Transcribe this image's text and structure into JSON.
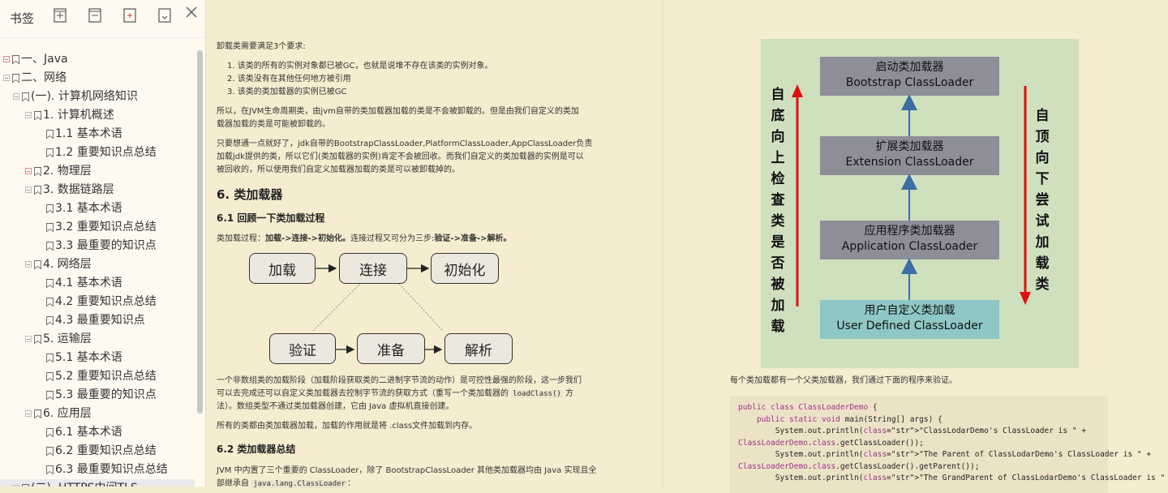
{
  "sidebar": {
    "title": "书签",
    "toolbar_icons": [
      "expand-all-icon",
      "collapse-all-icon",
      "add-bookmark-icon",
      "bookmark-icon",
      "close-icon"
    ],
    "items": [
      {
        "label": "一、Java",
        "level": 0,
        "expandable": true,
        "pink": true
      },
      {
        "label": "二、网络",
        "level": 0,
        "expandable": true
      },
      {
        "label": "(一). 计算机网络知识",
        "level": 1,
        "expandable": true
      },
      {
        "label": "1. 计算机概述",
        "level": 2,
        "expandable": true
      },
      {
        "label": "1.1 基本术语",
        "level": 3,
        "expandable": false
      },
      {
        "label": "1.2 重要知识点总结",
        "level": 3,
        "expandable": false
      },
      {
        "label": "2. 物理层",
        "level": 2,
        "expandable": true,
        "pink": true
      },
      {
        "label": "3. 数据链路层",
        "level": 2,
        "expandable": true
      },
      {
        "label": "3.1 基本术语",
        "level": 3,
        "expandable": false
      },
      {
        "label": "3.2 重要知识点总结",
        "level": 3,
        "expandable": false
      },
      {
        "label": "3.3 最重要的知识点",
        "level": 3,
        "expandable": false
      },
      {
        "label": "4. 网络层",
        "level": 2,
        "expandable": true
      },
      {
        "label": "4.1 基本术语",
        "level": 3,
        "expandable": false
      },
      {
        "label": "4.2 重要知识点总结",
        "level": 3,
        "expandable": false
      },
      {
        "label": "4.3 最重要知识点",
        "level": 3,
        "expandable": false
      },
      {
        "label": "5. 运输层",
        "level": 2,
        "expandable": true
      },
      {
        "label": "5.1 基本术语",
        "level": 3,
        "expandable": false
      },
      {
        "label": "5.2 重要知识点总结",
        "level": 3,
        "expandable": false
      },
      {
        "label": "5.3 最重要的知识点",
        "level": 3,
        "expandable": false
      },
      {
        "label": "6. 应用层",
        "level": 2,
        "expandable": true
      },
      {
        "label": "6.1 基本术语",
        "level": 3,
        "expandable": false
      },
      {
        "label": "6.2 重要知识点总结",
        "level": 3,
        "expandable": false
      },
      {
        "label": "6.3 最重要知识点总结",
        "level": 3,
        "expandable": false
      },
      {
        "label": "(二). HTTPS中间TLS",
        "level": 1,
        "expandable": true,
        "selected": true
      }
    ]
  },
  "left_page": {
    "intro": "卸载类需要满足3个要求:",
    "list": [
      "1. 该类的所有的实例对象都已被GC，也就是说堆不存在该类的实例对象。",
      "2. 该类没有在其他任何地方被引用",
      "3. 该类的类加载器的实例已被GC"
    ],
    "para1_line1": "所以，在JVM生命周期类，由jvm自带的类加载器加载的类是不会被卸载的。但是由我们自定义的类加",
    "para1_line2": "载器加载的类是可能被卸载的。",
    "para2_line1": "只要想通一点就好了，jdk自带的BootstrapClassLoader,PlatformClassLoader,AppClassLoader负责",
    "para2_line2": "加载jdk提供的类，所以它们(类加载器的实例)肯定不会被回收。而我们自定义的类加载器的实例是可以",
    "para2_line3": "被回收的，所以使用我们自定义加载器加载的类是可以被卸载掉的。",
    "h6": "6. 类加载器",
    "h61": "6.1 回顾一下类加载过程",
    "process_prefix": "类加载过程：",
    "process_bold1": "加载->连接->初始化。",
    "process_mid": "连接过程又可分为三步:",
    "process_bold2": "验证->准备->解析。",
    "flow": {
      "top": [
        "加载",
        "连接",
        "初始化"
      ],
      "bottom": [
        "验证",
        "准备",
        "解析"
      ]
    },
    "para3_line1": "一个非数组类的加载阶段（加载阶段获取类的二进制字节流的动作）是可控性最强的阶段，这一步我们",
    "para3_line2a": "可以去完成还可以自定义类加载器去控制字节流的获取方式（重写一个类加载器的 ",
    "para3_code": "loadClass()",
    "para3_line2b": " 方",
    "para3_line3": "法）。数组类型不通过类加载器创建，它由 Java 虚拟机直接创建。",
    "para4": "所有的类都由类加载器加载，加载的作用就是将 .class文件加载到内存。",
    "h62": "6.2 类加载器总结",
    "para5_line1": "JVM 中内置了三个重要的 ClassLoader，除了 BootstrapClassLoader 其他类加载器均由 Java 实现且全",
    "para5_line2a": "部继承自 ",
    "para5_code": "java.lang.ClassLoader",
    "para5_line2b": "："
  },
  "right_page": {
    "diagram": {
      "boxes": [
        {
          "cn": "启动类加载器",
          "en": "Bootstrap ClassLoader"
        },
        {
          "cn": "扩展类加载器",
          "en": "Extension ClassLoader"
        },
        {
          "cn": "应用程序类加载器",
          "en": "Application ClassLoader"
        },
        {
          "cn": "用户自定义类加载",
          "en": "User Defined ClassLoader"
        }
      ],
      "left_text": [
        "自",
        "底",
        "向",
        "上",
        "检",
        "查",
        "类",
        "是",
        "否",
        "被",
        "加",
        "载"
      ],
      "right_text": [
        "自",
        "顶",
        "向",
        "下",
        "尝",
        "试",
        "加",
        "载",
        "类"
      ],
      "arrow_color": "#e01010",
      "box_color": "#8e8e99",
      "bottom_box_color": "#8fc7c7",
      "bg_color": "#cfe0bf"
    },
    "caption": "每个类加载都有一个父类加载器，我们通过下面的程序来验证。",
    "code": [
      "public class ClassLoaderDemo {",
      "    public static void main(String[] args) {",
      "        System.out.println(\"ClassLodarDemo's ClassLoader is \" +",
      "ClassLoaderDemo.class.getClassLoader());",
      "        System.out.println(\"The Parent of ClassLodarDemo's ClassLoader is \" +",
      "ClassLoaderDemo.class.getClassLoader().getParent());",
      "        System.out.println(\"The GrandParent of ClassLodarDemo's ClassLoader is \""
    ]
  }
}
